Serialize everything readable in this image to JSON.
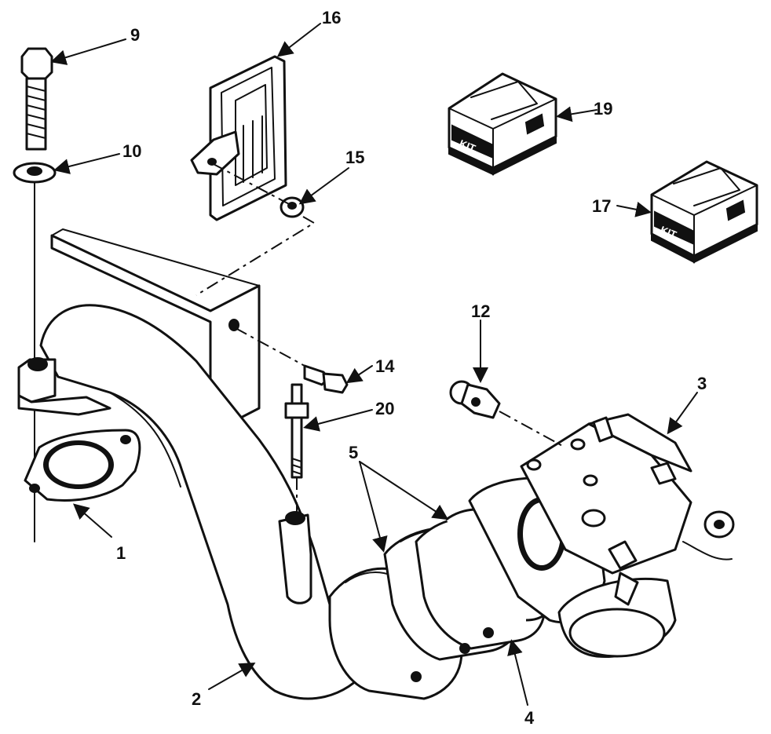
{
  "callouts": {
    "c1": "1",
    "c2": "2",
    "c3": "3",
    "c4": "4",
    "c5": "5",
    "c9": "9",
    "c10": "10",
    "c12": "12",
    "c14": "14",
    "c15": "15",
    "c16": "16",
    "c17": "17",
    "c19": "19",
    "c20": "20"
  },
  "kits": {
    "kit19": "KIT",
    "kit17": "KIT"
  }
}
